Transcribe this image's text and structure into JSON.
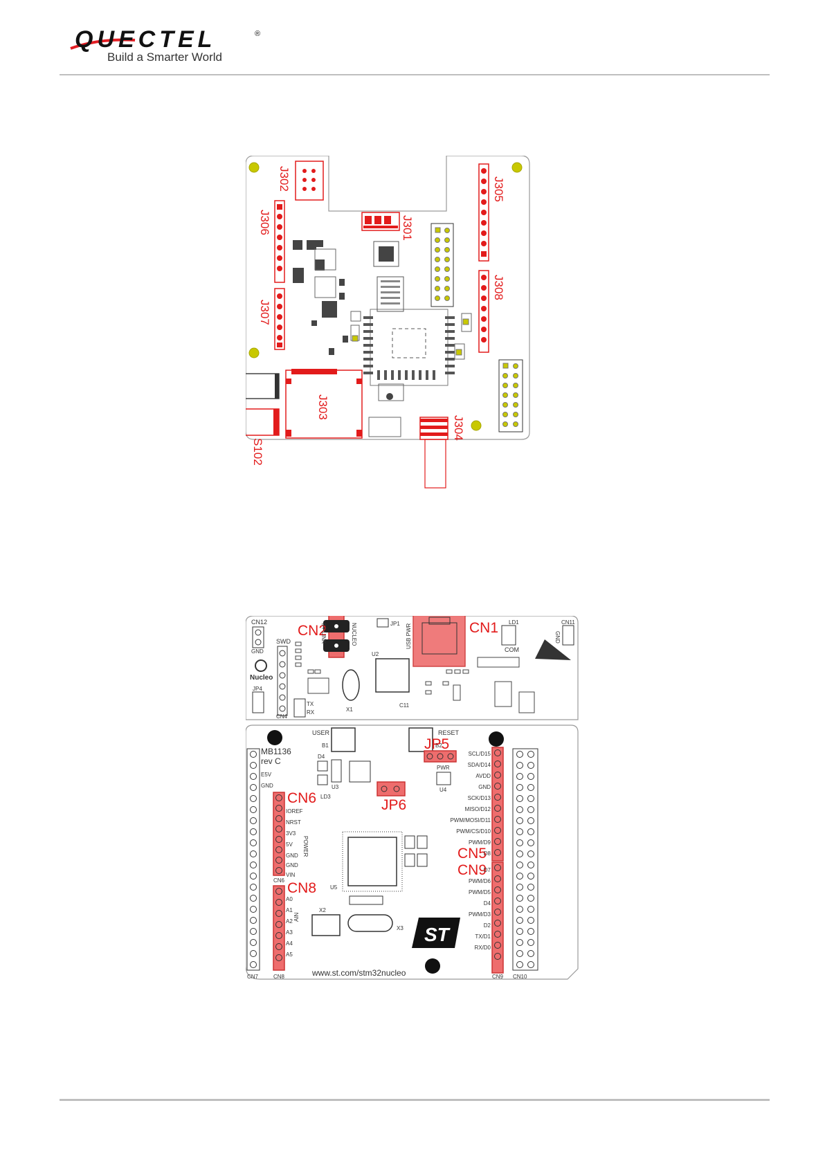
{
  "header": {
    "brand": "QUECTEL",
    "registered": "®",
    "tagline": "Build a Smarter World"
  },
  "board1": {
    "labels": {
      "j302": "J302",
      "j305": "J305",
      "j306": "J306",
      "j301": "J301",
      "j307": "J307",
      "j308": "J308",
      "j303": "J303",
      "j304": "J304",
      "s102": "S102"
    }
  },
  "board2": {
    "callouts": {
      "cn1": "CN1",
      "cn2": "CN2",
      "cn5": "CN5",
      "cn6": "CN6",
      "cn8": "CN8",
      "cn9": "CN9",
      "jp5": "JP5",
      "jp6": "JP6"
    },
    "silk": {
      "cn12": "CN12",
      "cn11": "CN11",
      "gnd_top": "GND",
      "gnd_right": "GND",
      "nucleo": "Nucleo",
      "swd": "SWD",
      "usb_pwr": "USB PWR",
      "st_link": "ST-LINK",
      "nucleo_v": "NUCLEO",
      "jp1": "JP1",
      "com": "COM",
      "ld1": "LD1",
      "cn4": "CN4",
      "tx": "TX",
      "rx": "RX",
      "jp4": "JP4",
      "x1": "X1",
      "u2": "U2",
      "c11": "C11",
      "user": "USER",
      "reset": "RESET",
      "b1": "B1",
      "b2": "B2",
      "mb1136": "MB1136",
      "rev": "rev C",
      "e5v": "E5V",
      "gnd_left": "GND",
      "ioref": "IOREF",
      "nrst": "NRST",
      "v33": "3V3",
      "v5": "5V",
      "gnd1": "GND",
      "gnd2": "GND",
      "vin": "VIN",
      "power": "POWER",
      "cn6_s": "CN6",
      "a0": "A0",
      "a1": "A1",
      "a2": "A2",
      "a3": "A3",
      "a4": "A4",
      "a5": "A5",
      "ain": "AIN",
      "cn8_s": "CN8",
      "cn7": "CN7",
      "scl": "SCL/D15",
      "sda": "SDA/D14",
      "avdd": "AVDD",
      "gnd_r": "GND",
      "sck": "SCK/D13",
      "miso": "MISO/D12",
      "mosi": "PWM/MOSI/D11",
      "cs": "PWM/CS/D10",
      "d9": "PWM/D9",
      "d8": "D8",
      "d7": "D7",
      "d6": "PWM/D6",
      "d5": "PWM/D5",
      "d4": "D4",
      "d3": "PWM/D3",
      "d2": "D2",
      "d1": "TX/D1",
      "d0": "RX/D0",
      "cn9_s": "CN9",
      "cn10": "CN10",
      "pwr": "PWR",
      "u3": "U3",
      "u4": "U4",
      "u5": "U5",
      "x2": "X2",
      "x3": "X3",
      "ld3": "LD3",
      "d4p": "D4",
      "url": "www.st.com/stm32nucleo"
    }
  }
}
